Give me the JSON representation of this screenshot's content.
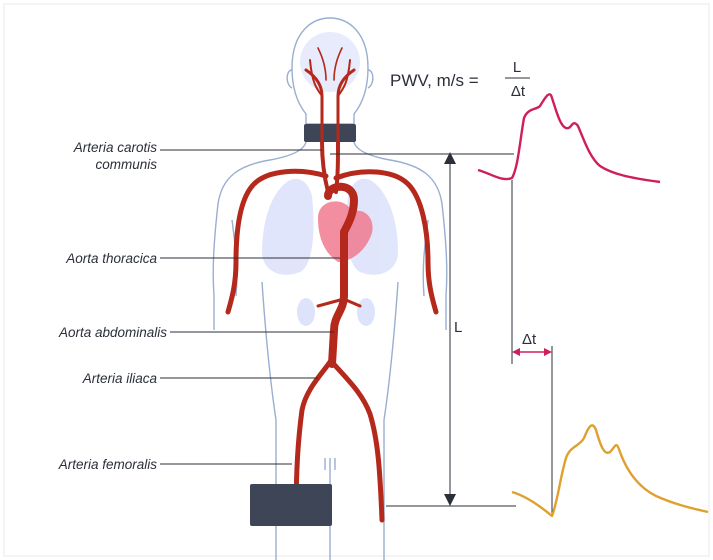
{
  "formula": {
    "left": "PWV, m/s =",
    "numerator": "L",
    "denominator": "Δt"
  },
  "labels": {
    "carotis_line1": "Arteria carotis",
    "carotis_line2": "communis",
    "thoracica": "Aorta thoracica",
    "abdominalis": "Aorta abdominalis",
    "iliaca": "Arteria iliaca",
    "femoralis": "Arteria femoralis"
  },
  "measures": {
    "distance": "L",
    "delay": "Δt"
  },
  "colors": {
    "artery": "#b5281c",
    "body_outline": "#9aaed0",
    "organ": "#dde3fb",
    "heart": "#f07a8e",
    "cuff": "#3d4556",
    "carotid_wave": "#d01d5e",
    "femoral_wave": "#e0a030",
    "lines": "#2b2f3a",
    "delta_arrow": "#d01d5e"
  }
}
